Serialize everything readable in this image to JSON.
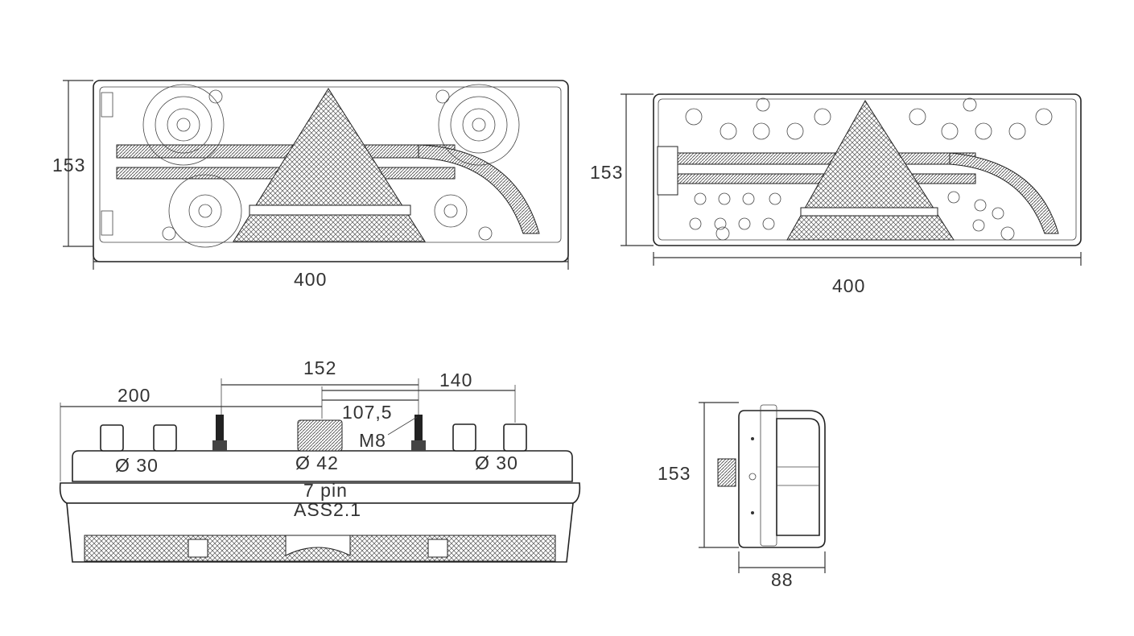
{
  "front_view_rear": {
    "height_label": "153",
    "width_label": "400"
  },
  "front_view_lens": {
    "height_label": "153",
    "width_label": "400"
  },
  "top_view": {
    "dim_200": "200",
    "dim_152": "152",
    "dim_140": "140",
    "dim_107_5": "107,5",
    "bolt_label": "M8",
    "connector_left": "Ø 30",
    "connector_center": "Ø 42",
    "connector_right": "Ø 30",
    "plug_pins": "7 pin",
    "plug_type": "ASS2.1"
  },
  "side_view": {
    "height_label": "153",
    "depth_label": "88"
  },
  "colors": {
    "line": "#222222",
    "text": "#333333"
  }
}
